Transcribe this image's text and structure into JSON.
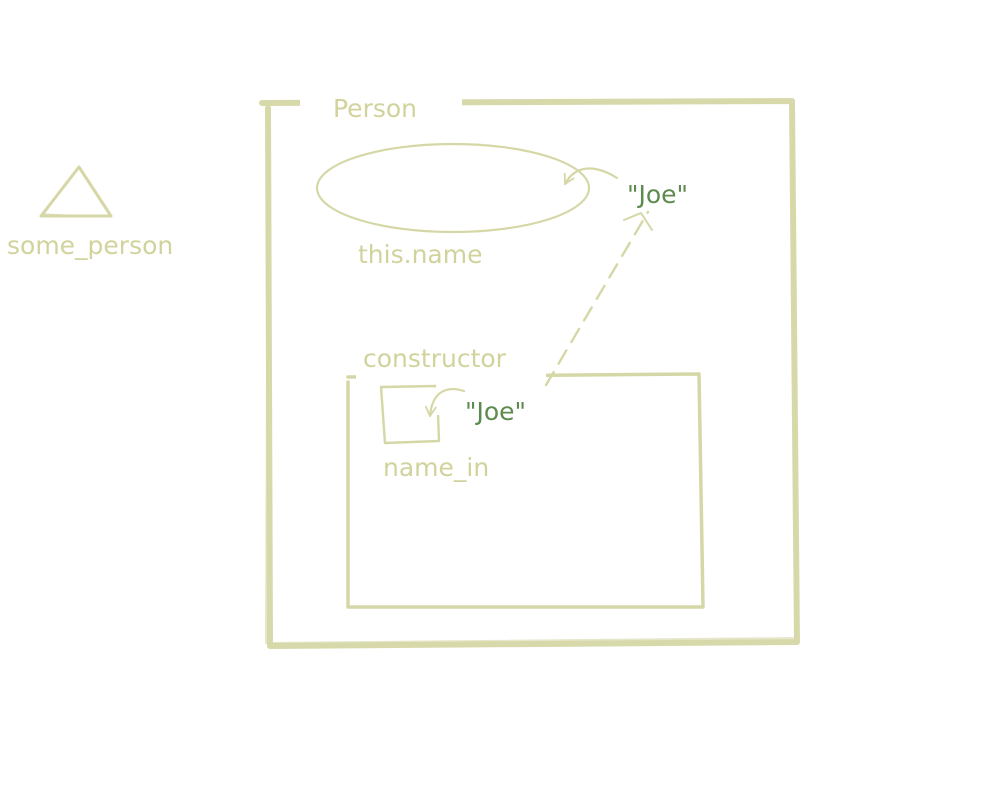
{
  "labels": {
    "some_person": "some_person",
    "person": "Person",
    "this_name": "this.name",
    "constructor": "constructor",
    "name_in": "name_in"
  },
  "values": {
    "this_name_value": "\"Joe\"",
    "name_in_value": "\"Joe\""
  },
  "colors": {
    "stroke": "#d6d7a6",
    "label": "#d2d39c",
    "string_value": "#5d8a4e"
  }
}
